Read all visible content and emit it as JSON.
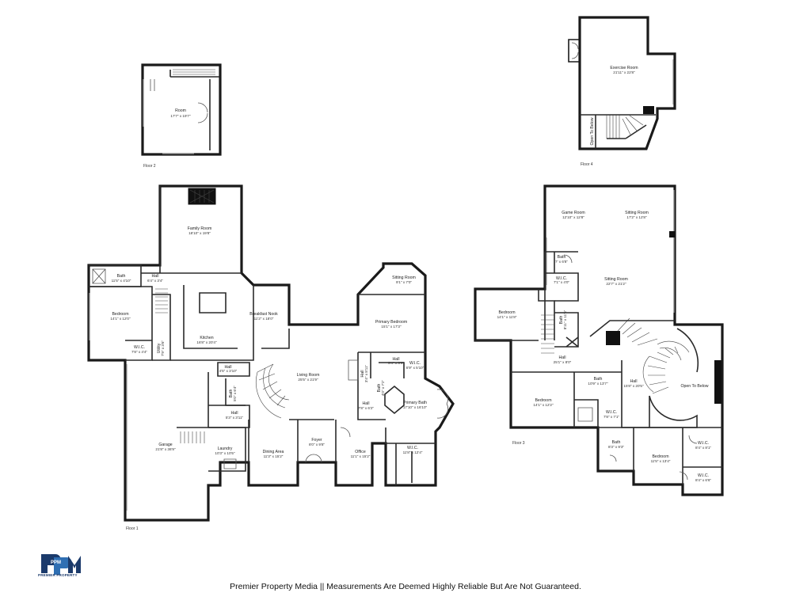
{
  "floors": [
    {
      "label": "Floor 1"
    },
    {
      "label": "Floor 2"
    },
    {
      "label": "Floor 3"
    },
    {
      "label": "Floor 4"
    }
  ],
  "rooms": {
    "f2_room": {
      "name": "Room",
      "dims": "17'7\" x 19'7\""
    },
    "f4_exercise": {
      "name": "Exercise Room",
      "dims": "21'11\" x 22'8\""
    },
    "f4_open": {
      "name": "Open To Below"
    },
    "f1_family": {
      "name": "Family Room",
      "dims": "18'10\" x 19'8\""
    },
    "f1_bath": {
      "name": "Bath",
      "dims": "11'5\" x 4'10\""
    },
    "f1_hall1": {
      "name": "Hall",
      "dims": "6'4\" x 3'4\""
    },
    "f1_bedroom": {
      "name": "Bedroom",
      "dims": "14'1\" x 12'0\""
    },
    "f1_wic": {
      "name": "W.I.C.",
      "dims": "7'8\" x 4'4\""
    },
    "f1_utility": {
      "name": "Utility",
      "dims": "7'9\" x 3'6\""
    },
    "f1_kitchen": {
      "name": "Kitchen",
      "dims": "16'8\" x 20'4\""
    },
    "f1_nook": {
      "name": "Breakfast Nook",
      "dims": "11'2\" x 18'0\""
    },
    "f1_living": {
      "name": "Living Room",
      "dims": "25'5\" x 21'9\""
    },
    "f1_hall2": {
      "name": "Hall",
      "dims": "4'5\" x 3'10\""
    },
    "f1_bath2": {
      "name": "Bath",
      "dims": "5'0\" x 6'4\""
    },
    "f1_hall3": {
      "name": "Hall",
      "dims": "5'3\" x 3'11\""
    },
    "f1_garage": {
      "name": "Garage",
      "dims": "21'8\" x 36'9\""
    },
    "f1_laundry": {
      "name": "Laundry",
      "dims": "10'3\" x 10'5\""
    },
    "f1_dining": {
      "name": "Dining Area",
      "dims": "11'3\" x 15'2\""
    },
    "f1_foyer": {
      "name": "Foyer",
      "dims": "8'0\" x 9'8\""
    },
    "f1_office": {
      "name": "Office",
      "dims": "11'1\" x 15'2\""
    },
    "f1_sitting": {
      "name": "Sitting Room",
      "dims": "9'1\" x 7'0\""
    },
    "f1_primary_bed": {
      "name": "Primary Bedroom",
      "dims": "15'1\" x 17'3\""
    },
    "f1_hall4": {
      "name": "Hall",
      "dims": "3'4\" x 8'11\""
    },
    "f1_bath3": {
      "name": "Bath",
      "dims": "4'0\" x 7'2\""
    },
    "f1_hall5": {
      "name": "Hall",
      "dims": "5'4\" x 3'9\""
    },
    "f1_wic2": {
      "name": "W.I.C.",
      "dims": "6'9\" x 5'10\""
    },
    "f1_hall6": {
      "name": "Hall",
      "dims": "7'8\" x 6'2\""
    },
    "f1_primary_bath": {
      "name": "Primary Bath",
      "dims": "17'10\" x 16'10\""
    },
    "f1_wic3": {
      "name": "W.I.C.",
      "dims": "11'8\" x 12'4\""
    },
    "f3_game": {
      "name": "Game Room",
      "dims": "12'10\" x 12'8\""
    },
    "f3_sitting1": {
      "name": "Sitting Room",
      "dims": "17'2\" x 12'8\""
    },
    "f3_bath1": {
      "name": "Bath",
      "dims": "7' x 6'8\""
    },
    "f3_wic1": {
      "name": "W.I.C.",
      "dims": "7'1\" x 4'0\""
    },
    "f3_sitting2": {
      "name": "Sitting Room",
      "dims": "22'7\" x 21'2\""
    },
    "f3_bedroom1": {
      "name": "Bedroom",
      "dims": "14'1\" x 11'8\""
    },
    "f3_bath2": {
      "name": "Bath",
      "dims": "8'11\" x 11'6\""
    },
    "f3_hall1": {
      "name": "Hall",
      "dims": "25'1\" x 8'0\""
    },
    "f3_bath3": {
      "name": "Bath",
      "dims": "10'9\" x 13'7\""
    },
    "f3_hall2": {
      "name": "Hall",
      "dims": "15'8\" x 20'5\""
    },
    "f3_open": {
      "name": "Open To Below"
    },
    "f3_bedroom2": {
      "name": "Bedroom",
      "dims": "14'1\" x 12'2\""
    },
    "f3_wic2": {
      "name": "W.I.C.",
      "dims": "7'8\" x 7'1\""
    },
    "f3_bath4": {
      "name": "Bath",
      "dims": "8'3\" x 9'3\""
    },
    "f3_bedroom3": {
      "name": "Bedroom",
      "dims": "11'5\" x 13'4\""
    },
    "f3_wic3": {
      "name": "W.I.C.",
      "dims": "8'4\" x 8'1\""
    },
    "f3_wic4": {
      "name": "W.I.C.",
      "dims": "8'4\" x 6'6\""
    }
  },
  "logo": {
    "mark": "PPM",
    "text": "PREMIER PROPERTY"
  },
  "footer": {
    "text": "Premier Property Media || Measurements Are Deemed Highly Reliable But Are Not Guaranteed."
  },
  "colors": {
    "walls": "#1a1a1a",
    "logo_blue": "#1b3a6b",
    "logo_accent": "#2f6fb3"
  }
}
